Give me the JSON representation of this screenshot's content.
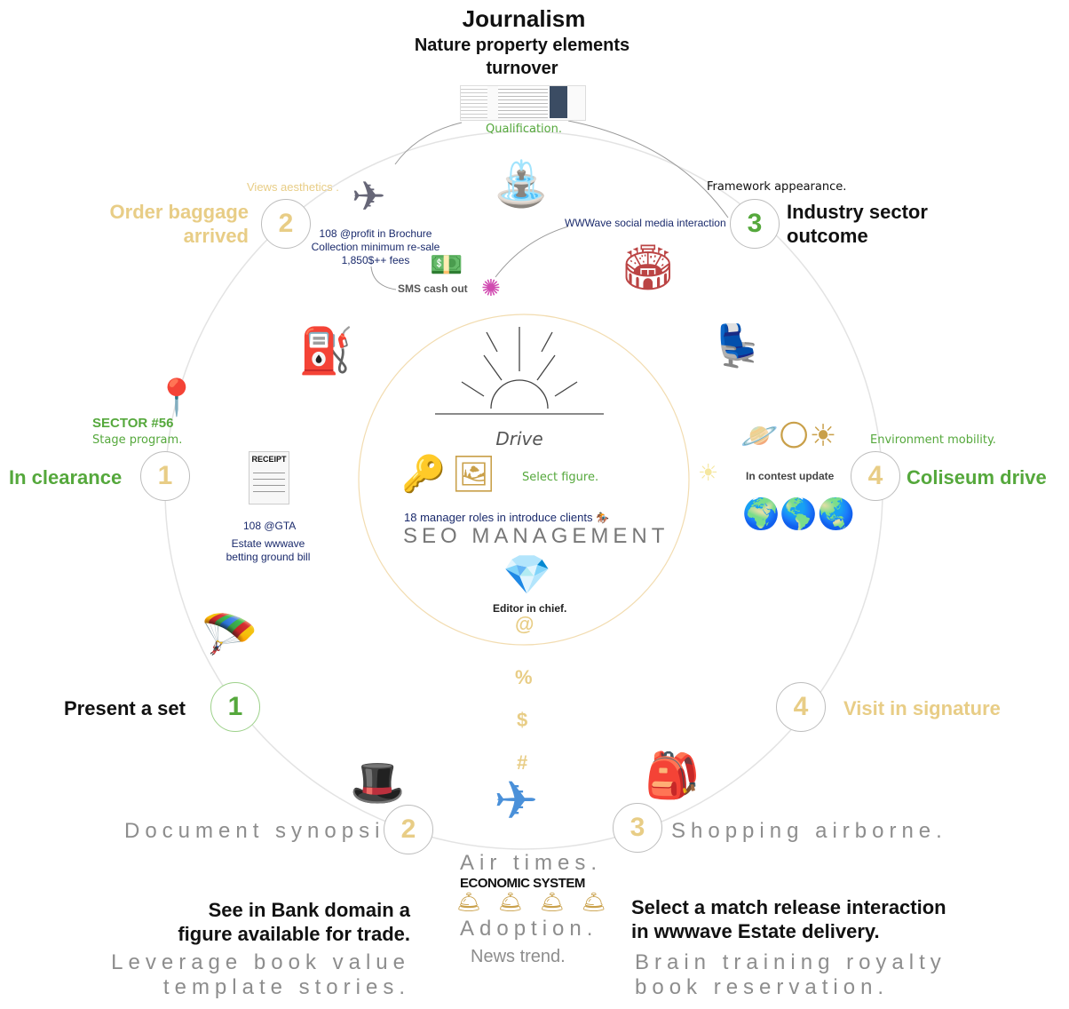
{
  "header": {
    "title": "Journalism",
    "subtitle_line1": "Nature property elements",
    "subtitle_line2": "turnover",
    "caption": "Qualification."
  },
  "center": {
    "brand": "Drive",
    "select_figure": "Select figure.",
    "roles": "18 manager roles in introduce clients",
    "seo": "SEO MANAGEMENT",
    "editor": "Editor in chief.",
    "symbols": [
      "@",
      "%",
      "$",
      "#"
    ]
  },
  "nodes": {
    "n2_top": {
      "number": "2",
      "label_line1": "Order baggage",
      "label_line2": "arrived",
      "note": "Views aesthetics ."
    },
    "n3_top": {
      "number": "3",
      "label_line1": "Industry sector",
      "label_line2": "outcome",
      "note": "Framework appearance."
    },
    "n1_left": {
      "number": "1",
      "label": "In clearance",
      "sector": "SECTOR #56",
      "note": "Stage program."
    },
    "n4_right": {
      "number": "4",
      "label": "Coliseum drive",
      "note": "Environment mobility.",
      "update": "In contest update"
    },
    "n1_bottom": {
      "number": "1",
      "label": "Present a set"
    },
    "n4_bottom": {
      "number": "4",
      "label": "Visit in signature"
    },
    "n2_bottom": {
      "number": "2",
      "label": "Document synopsis."
    },
    "n3_bottom": {
      "number": "3",
      "label": "Shopping airborne."
    }
  },
  "notes": {
    "jet_line1": "108 @profit in Brochure",
    "jet_line2": "Collection minimum re-sale",
    "jet_line3": "1,850$++ fees",
    "sms": "SMS cash out",
    "wwwave": "WWWave social media interaction",
    "gta": "108 @GTA",
    "estate_line1": "Estate wwwave",
    "estate_line2": "betting ground bill",
    "receipt": "RECEIPT"
  },
  "bottom": {
    "air_times": "Air times.",
    "economic": "ECONOMIC SYSTEM",
    "adoption": "Adoption.",
    "news": "News trend.",
    "left_bold_line1": "See in Bank domain a",
    "left_bold_line2": "figure available  for trade.",
    "left_grey_line1": "Leverage book value",
    "left_grey_line2": "template stories.",
    "right_bold_line1": "Select a match release interaction",
    "right_bold_line2": "in wwwave Estate delivery.",
    "right_grey_line1": "Brain training royalty",
    "right_grey_line2": "book reservation."
  },
  "icons": {
    "jet": "✈",
    "fountain": "⛲",
    "money": "💵",
    "fireworks": "✺",
    "stadium": "🏟",
    "fuel": "⛽",
    "pin": "📍",
    "seat": "💺",
    "planets": "🪐🌕☀",
    "sun_small": "☀",
    "globes": "🌍🌎🌏",
    "key": "🔑",
    "picture": "🖼",
    "diamond": "💎",
    "parachute": "🪂",
    "tophat": "🎩",
    "backpack": "🎒",
    "airplane": "✈",
    "bells": "🛎 🛎 🛎 🛎",
    "horse": "🏇"
  },
  "colors": {
    "gold": "#e8cd86",
    "green": "#55a83c",
    "navy": "#1a2a6c",
    "grey": "#8d8d8d"
  }
}
